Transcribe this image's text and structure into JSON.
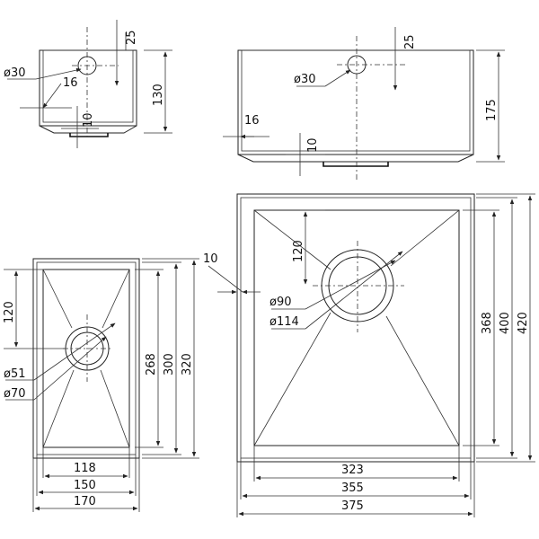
{
  "small_top": {
    "hole_dia": "ø30",
    "hole_offset": "25",
    "wall": "16",
    "height": "130",
    "drain_depth": "10"
  },
  "large_top": {
    "hole_dia": "ø30",
    "hole_offset": "25",
    "wall": "16",
    "height": "175",
    "drain_depth": "10"
  },
  "small_plan": {
    "hole_offset": "120",
    "drain_inner": "ø51",
    "drain_outer": "ø70",
    "depth_inner": "268",
    "depth_mid": "300",
    "depth_outer": "320",
    "width_inner": "118",
    "width_mid": "150",
    "width_outer": "170"
  },
  "large_plan": {
    "wall": "10",
    "hole_offset": "120",
    "drain_inner": "ø90",
    "drain_outer": "ø114",
    "depth_inner": "368",
    "depth_mid": "400",
    "depth_outer": "420",
    "width_inner": "323",
    "width_mid": "355",
    "width_outer": "375"
  }
}
